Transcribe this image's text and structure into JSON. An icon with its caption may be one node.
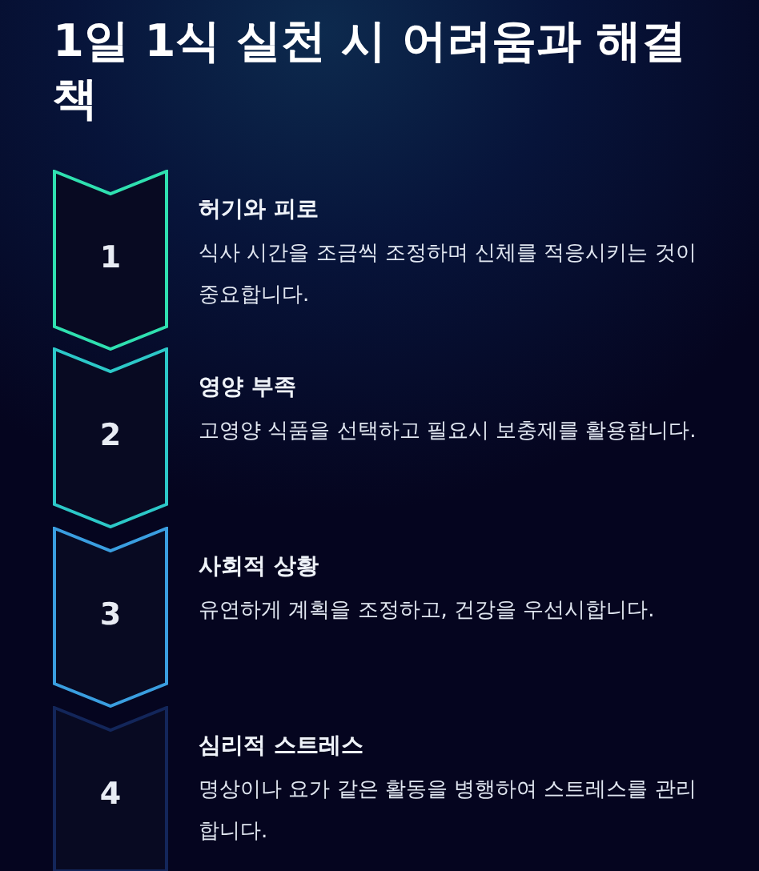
{
  "diagram": {
    "title": "1일 1식 실천 시 어려움과 해결책",
    "nodes": [
      {
        "text": [
          "1"
        ],
        "beside": [
          "허기와 피로",
          "식사 시간을 조금씩 조정하며 신체를 적응시키는 것이 중요합니다."
        ]
      },
      {
        "text": [
          "2"
        ],
        "beside": [
          "영양 부족",
          "고영양 식품을 선택하고 필요시 보충제를 활용합니다."
        ]
      },
      {
        "text": [
          "3"
        ],
        "beside": [
          "사회적 상황",
          "유연하게 계획을 조정하고, 건강을 우선시합니다."
        ]
      },
      {
        "text": [
          "4"
        ],
        "beside": [
          "심리적 스트레스",
          "명상이나 요가 같은 활동을 병행하여 스트레스를 관리합니다."
        ]
      }
    ],
    "edges": []
  }
}
